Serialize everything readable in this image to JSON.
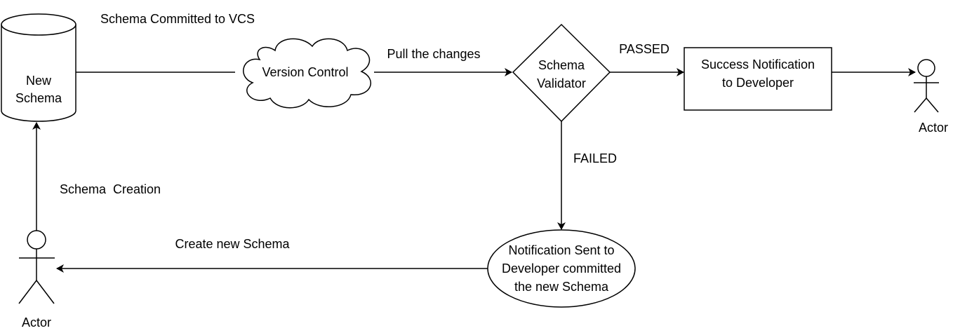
{
  "nodes": {
    "new_schema": {
      "line1": "New",
      "line2": "Schema"
    },
    "version_control": {
      "label": "Version Control"
    },
    "validator": {
      "line1": "Schema",
      "line2": "Validator"
    },
    "success": {
      "line1": "Success Notification",
      "line2": "to Developer"
    },
    "notification": {
      "line1": "Notification Sent to",
      "line2": "Developer committed",
      "line3": "the new Schema"
    },
    "actor_right": {
      "label": "Actor"
    },
    "actor_left": {
      "label": "Actor"
    }
  },
  "edges": {
    "committed": "Schema Committed to VCS",
    "pull": "Pull the changes",
    "passed": "PASSED",
    "failed": "FAILED",
    "create": "Create new Schema",
    "creation": "Schema  Creation"
  }
}
